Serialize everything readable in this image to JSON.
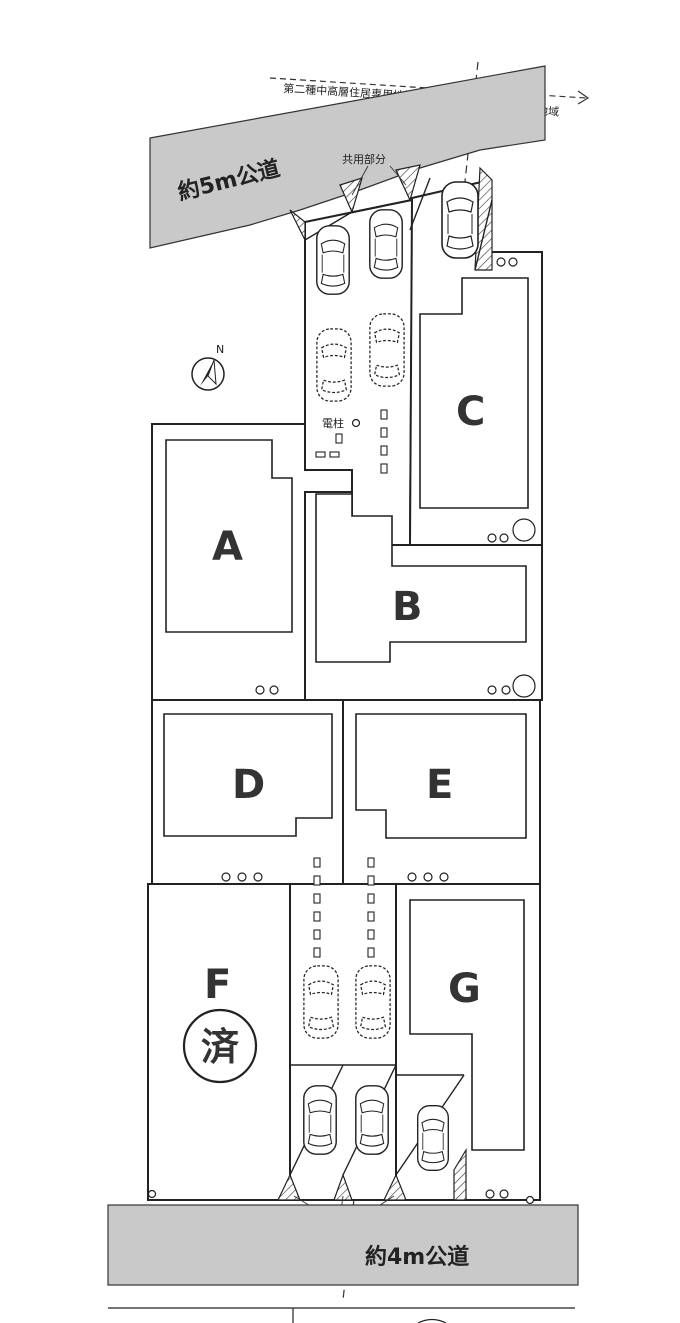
{
  "zones": {
    "left": "第二種中高層住居専用地域",
    "right": "第二種住居地域"
  },
  "roads": {
    "north": "約5m公道",
    "south": "約4m公道"
  },
  "shared_area_label": "共用部分",
  "utility_pole_label": "電柱",
  "compass_label": "N",
  "lots": {
    "a": "A",
    "b": "B",
    "c": "C",
    "d": "D",
    "e": "E",
    "f": "F",
    "g": "G"
  },
  "sold_mark": "済"
}
